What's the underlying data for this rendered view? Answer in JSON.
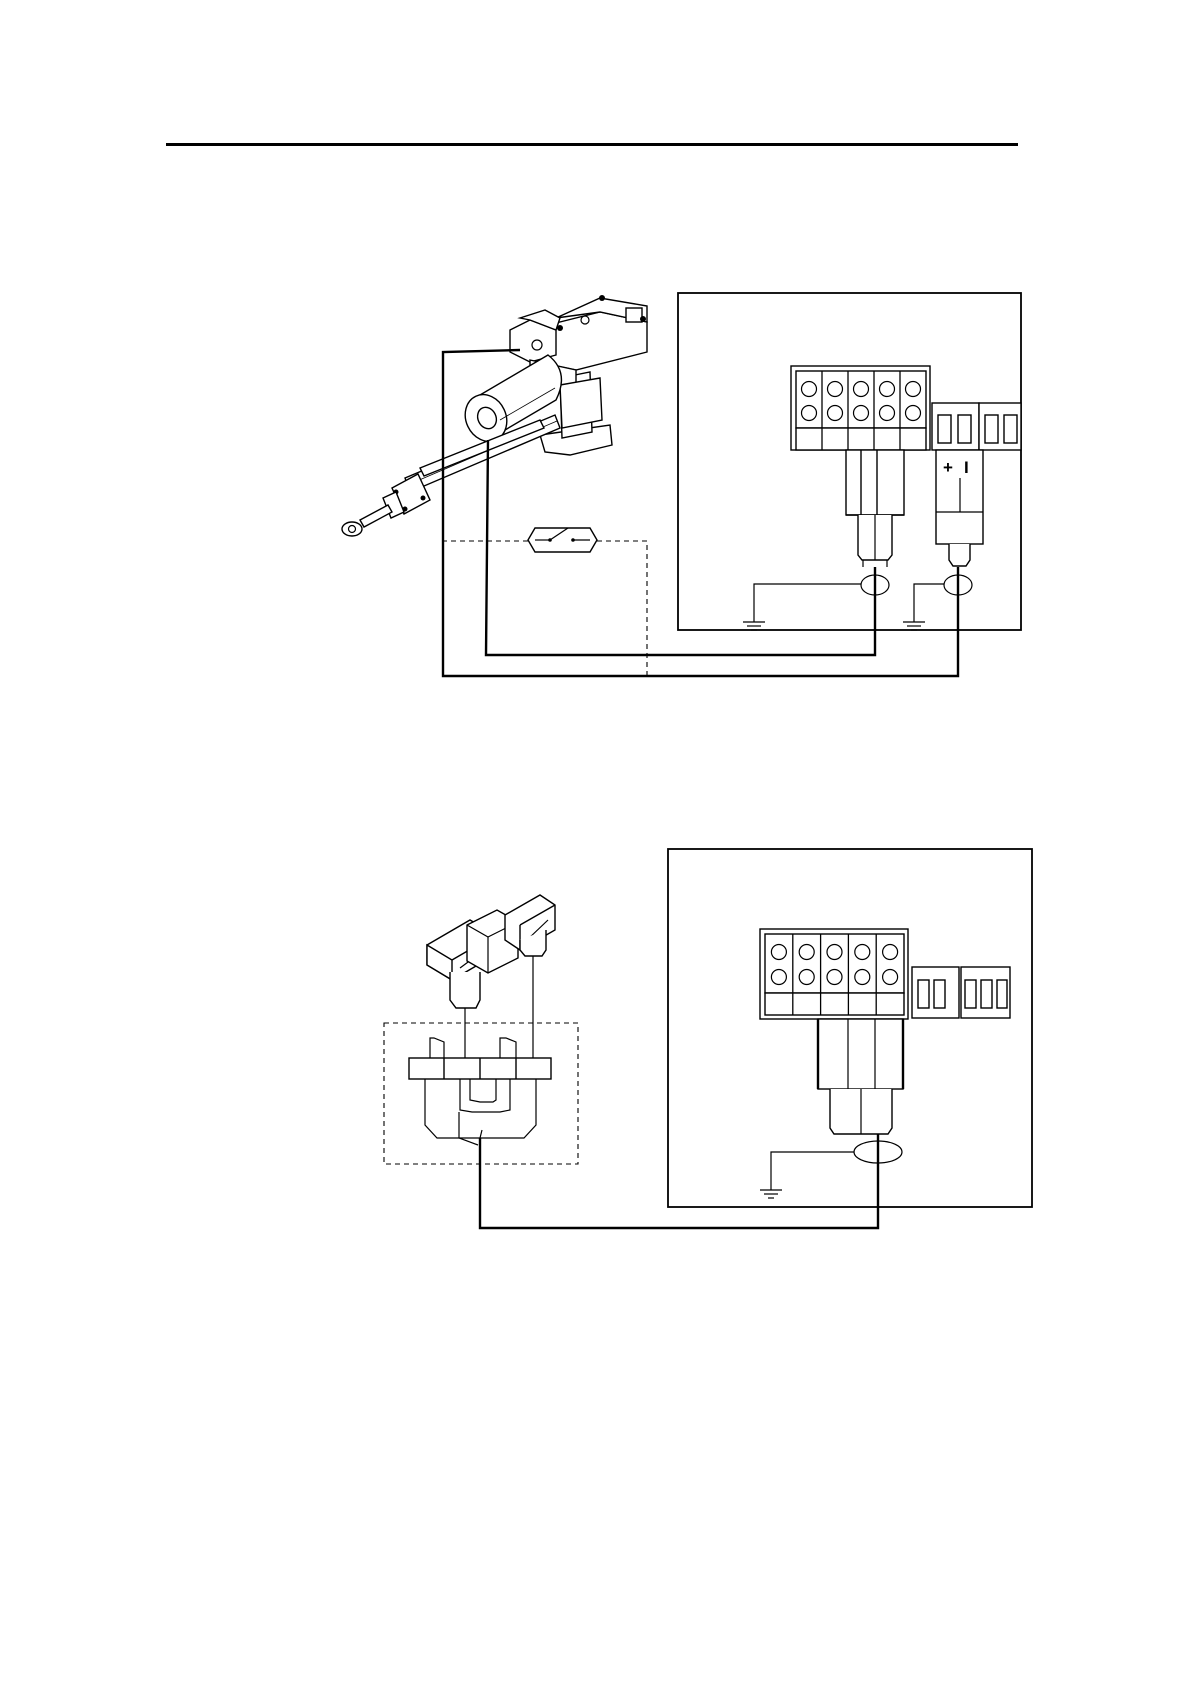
{
  "header": {
    "rule": true
  },
  "figure_1": {
    "terminal_block": {
      "columns": 5,
      "rows": 2
    },
    "polarity_block": {
      "plus_label": "+",
      "minus_label": "I"
    }
  },
  "figure_2": {
    "terminal_block": {
      "columns": 5,
      "rows": 2
    }
  },
  "icons": [
    "actuator-icon",
    "limit-switch-icon",
    "ground-icon",
    "solenoid-valve-icon",
    "shield-ring-icon"
  ]
}
